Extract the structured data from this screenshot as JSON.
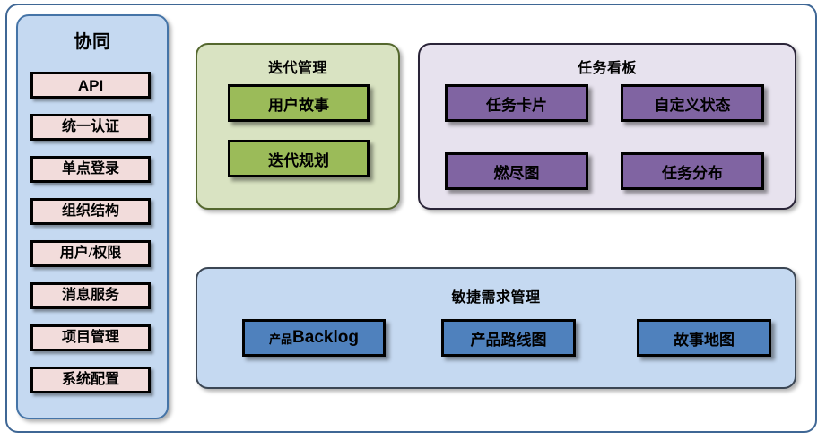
{
  "diagram": {
    "outer_frame_color": "#3f6795",
    "background": "#ffffff"
  },
  "sidebar": {
    "title": "协同",
    "panel_fill": "#c5d9f1",
    "panel_border": "#4574a7",
    "item_fill": "#f2dcdb",
    "items": [
      {
        "label": "API"
      },
      {
        "label": "统一认证"
      },
      {
        "label": "单点登录"
      },
      {
        "label": "组织结构"
      },
      {
        "label": "用户/权限"
      },
      {
        "label": "消息服务"
      },
      {
        "label": "项目管理"
      },
      {
        "label": "系统配置"
      }
    ]
  },
  "iteration": {
    "title": "迭代管理",
    "panel_fill": "#d9e3c2",
    "panel_border": "#54672e",
    "item_fill": "#9bbb59",
    "items": [
      {
        "label": "用户故事"
      },
      {
        "label": "迭代规划"
      }
    ]
  },
  "kanban": {
    "title": "任务看板",
    "panel_fill": "#e7e2ee",
    "panel_border": "#2a2438",
    "item_fill": "#8064a2",
    "items": [
      {
        "label": "任务卡片"
      },
      {
        "label": "自定义状态"
      },
      {
        "label": "燃尽图"
      },
      {
        "label": "任务分布"
      }
    ]
  },
  "agile": {
    "title": "敏捷需求管理",
    "panel_fill": "#c5d9f1",
    "panel_border": "#3b4654",
    "item_fill": "#4f81bd",
    "items": [
      {
        "label": "产品Backlog",
        "cjk": "产品",
        "latin": "Backlog"
      },
      {
        "label": "产品路线图"
      },
      {
        "label": "故事地图"
      }
    ]
  }
}
